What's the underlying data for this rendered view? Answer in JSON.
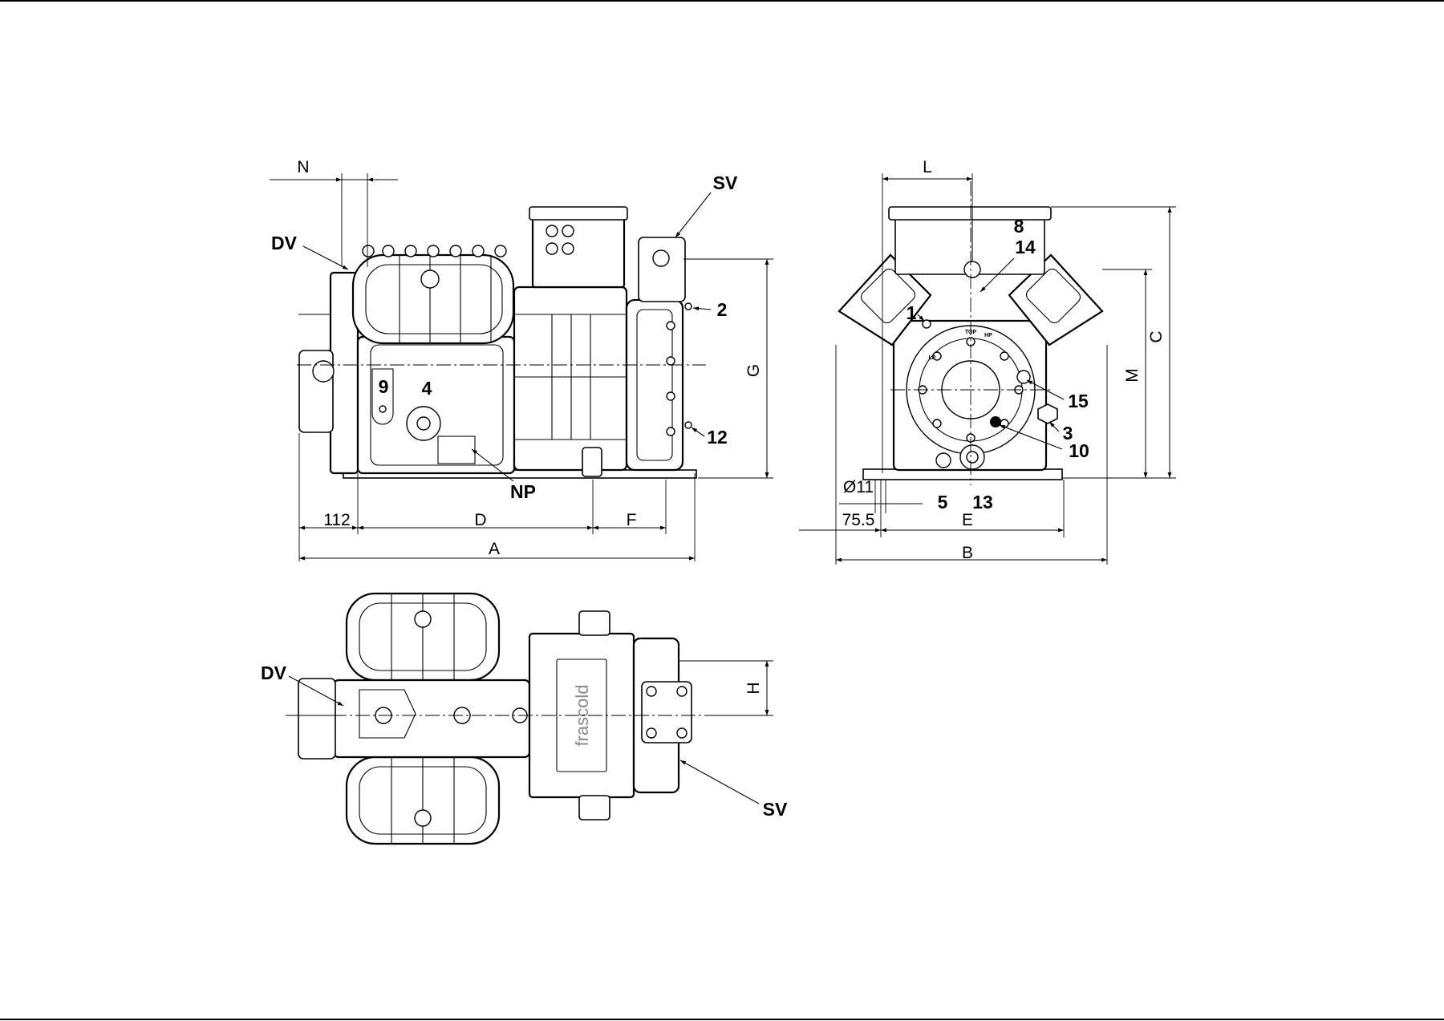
{
  "drawing": {
    "dimensions": {
      "N": "N",
      "L": "L",
      "G": "G",
      "C": "C",
      "M": "M",
      "H": "H",
      "A": "A",
      "B": "B",
      "D": "D",
      "E": "E",
      "F": "F",
      "d112": "112",
      "d75_5": "75.5",
      "hole_diameter": "Ø11"
    },
    "callouts": {
      "sv_side": "SV",
      "dv_side": "DV",
      "c2": "2",
      "c12": "12",
      "c9": "9",
      "c4": "4",
      "np": "NP",
      "c8": "8",
      "c14": "14",
      "c1": "1",
      "c15": "15",
      "c3": "3",
      "c10": "10",
      "c5": "5",
      "c13": "13",
      "dv_top": "DV",
      "sv_top": "SV"
    },
    "brand_plate": "frascold",
    "end_marks": {
      "top": "TOP",
      "hp": "HP",
      "lp": "LP"
    }
  }
}
